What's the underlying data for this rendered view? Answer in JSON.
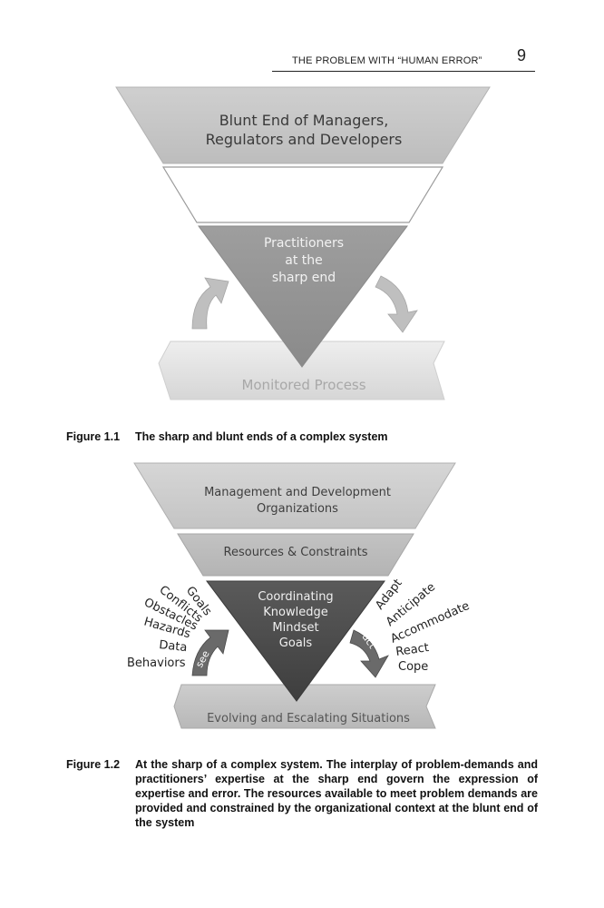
{
  "header": {
    "running_head": "THE PROBLEM WITH “HUMAN ERROR”",
    "page_number": "9"
  },
  "figure1": {
    "blunt_line1": "Blunt End of Managers,",
    "blunt_line2": "Regulators and Developers",
    "sharp_line1": "Practitioners",
    "sharp_line2": "at the",
    "sharp_line3": "sharp end",
    "process": "Monitored Process",
    "caption_number": "Figure 1.1",
    "caption_text": "The sharp and blunt ends of a complex system"
  },
  "figure2": {
    "mgmt_line1": "Management and Development",
    "mgmt_line2": "Organizations",
    "resources": "Resources & Constraints",
    "core": [
      "Coordinating",
      "Knowledge",
      "Mindset",
      "Goals"
    ],
    "left_words": [
      "Goals",
      "Conflicts",
      "Obstacles",
      "Hazards",
      "Data",
      "Behaviors"
    ],
    "right_words": [
      "Adapt",
      "Anticipate",
      "Accommodate",
      "React",
      "Cope"
    ],
    "see": "see",
    "act": "act",
    "situations": "Evolving and Escalating Situations",
    "caption_number": "Figure 1.2",
    "caption_text": "At the sharp of a complex system. The interplay of problem-demands and practitioners’ expertise at the sharp end govern the expression of expertise and error. The resources available to meet problem demands are provided and constrained by the organizational context at the blunt end of the system"
  }
}
